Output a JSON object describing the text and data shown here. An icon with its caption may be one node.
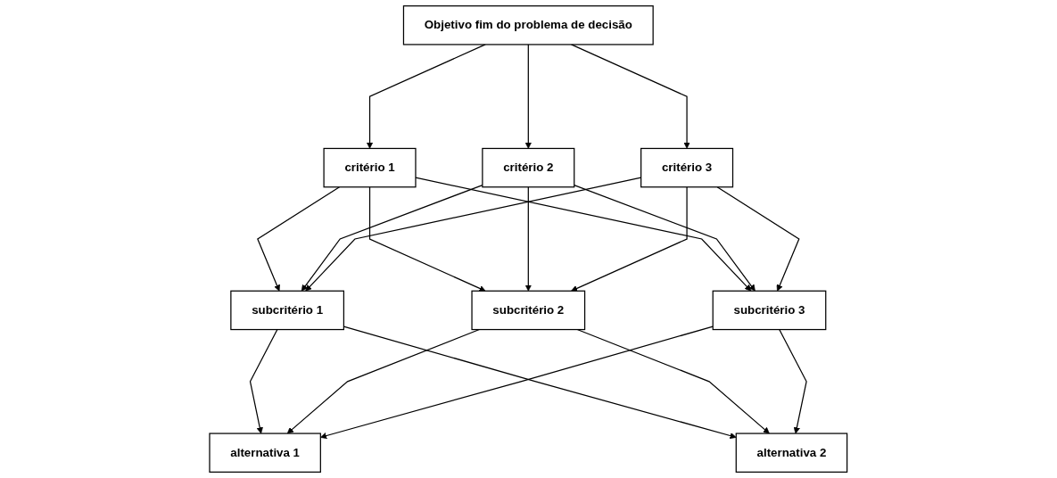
{
  "diagram": {
    "nodes": [
      {
        "text": [
          "Objetivo fim do problema de decisão"
        ]
      },
      {
        "text": [
          "critério 1"
        ]
      },
      {
        "text": [
          "critério 2"
        ]
      },
      {
        "text": [
          "critério 3"
        ]
      },
      {
        "text": [
          "subcritério 1"
        ]
      },
      {
        "text": [
          "subcritério 2"
        ]
      },
      {
        "text": [
          "subcritério 3"
        ]
      },
      {
        "text": [
          "alternativa 1"
        ]
      },
      {
        "text": [
          "alternativa 2"
        ]
      }
    ],
    "edges": [
      {
        "from": 0,
        "to": 1,
        "arrow": "to"
      },
      {
        "from": 0,
        "to": 2,
        "arrow": "to"
      },
      {
        "from": 0,
        "to": 3,
        "arrow": "to"
      },
      {
        "from": 1,
        "to": 4,
        "arrow": "to"
      },
      {
        "from": 1,
        "to": 5,
        "arrow": "to"
      },
      {
        "from": 1,
        "to": 6,
        "arrow": "to"
      },
      {
        "from": 2,
        "to": 4,
        "arrow": "to"
      },
      {
        "from": 2,
        "to": 5,
        "arrow": "to"
      },
      {
        "from": 2,
        "to": 6,
        "arrow": "to"
      },
      {
        "from": 3,
        "to": 4,
        "arrow": "to"
      },
      {
        "from": 3,
        "to": 5,
        "arrow": "to"
      },
      {
        "from": 3,
        "to": 6,
        "arrow": "to"
      },
      {
        "from": 4,
        "to": 7,
        "arrow": "to"
      },
      {
        "from": 4,
        "to": 8,
        "arrow": "to"
      },
      {
        "from": 5,
        "to": 7,
        "arrow": "to"
      },
      {
        "from": 5,
        "to": 8,
        "arrow": "to"
      },
      {
        "from": 6,
        "to": 7,
        "arrow": "to"
      },
      {
        "from": 6,
        "to": 8,
        "arrow": "to"
      }
    ]
  }
}
